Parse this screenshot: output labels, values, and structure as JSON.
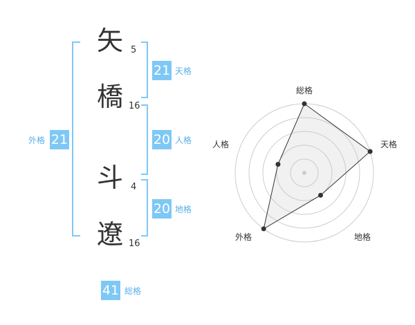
{
  "name": {
    "characters": [
      {
        "char": "矢",
        "strokes": "5"
      },
      {
        "char": "橋",
        "strokes": "16"
      },
      {
        "char": "斗",
        "strokes": "4"
      },
      {
        "char": "遼",
        "strokes": "16"
      }
    ]
  },
  "fortune": {
    "tenkaku": {
      "label": "天格",
      "value": "21"
    },
    "jinkaku": {
      "label": "人格",
      "value": "20"
    },
    "chikaku": {
      "label": "地格",
      "value": "20"
    },
    "gaikaku": {
      "label": "外格",
      "value": "21"
    },
    "soukaku": {
      "label": "総格",
      "value": "41"
    }
  },
  "colors": {
    "accent": "#7ec8f5",
    "label": "#5bb0e8",
    "text": "#333333"
  },
  "chart_data": {
    "type": "radar",
    "axes": [
      "総格",
      "天格",
      "地格",
      "外格",
      "人格"
    ],
    "values": [
      4,
      4,
      1,
      4,
      1
    ],
    "max": 4
  }
}
